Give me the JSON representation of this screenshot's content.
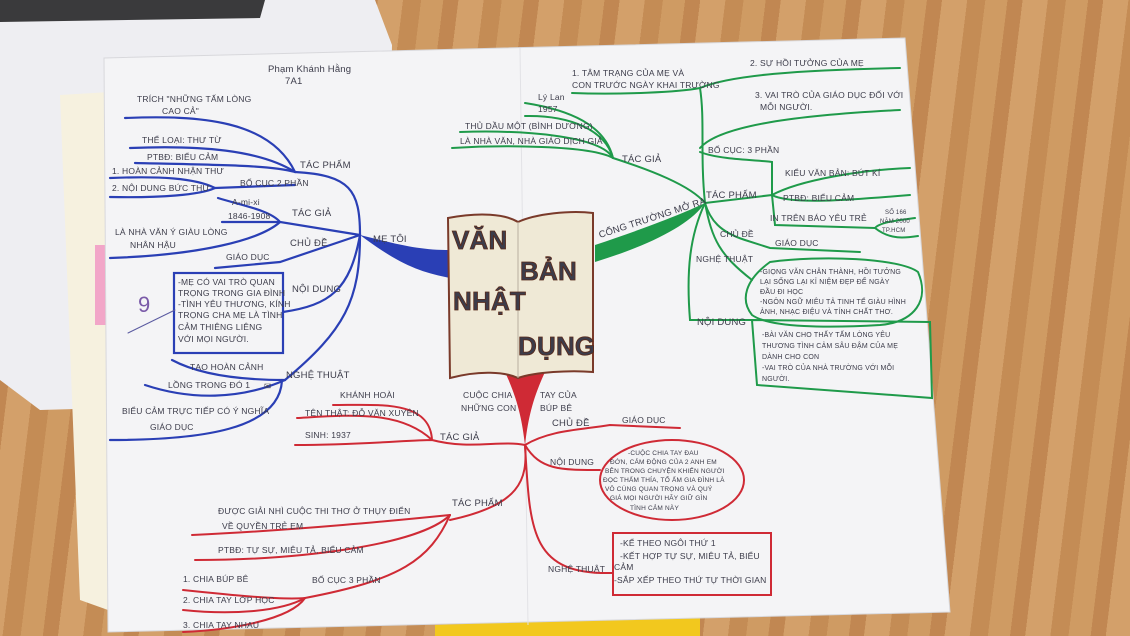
{
  "header": {
    "author": "Phạm Khánh Hằng",
    "class": "7A1",
    "grade": "9"
  },
  "center": {
    "w1": "VĂN",
    "w2": "BẢN",
    "w3": "NHẬT",
    "w4": "DỤNG"
  },
  "blue": {
    "root": "MẸ TÔI",
    "tac_pham": "TÁC PHẨM",
    "trich1": "TRÍCH \"NHỮNG TẤM LÒNG",
    "trich2": "CAO CẢ\"",
    "the_loai": "THỂ LOẠI: THƯ TỪ",
    "ptbd": "PTBĐ: BIỂU CẢM",
    "bo_cuc": "BỐ CỤC 2 PHẦN",
    "bc1": "1. HOÀN CẢNH NHẬN THƯ",
    "bc2": "2. NỘI DUNG BỨC THƯ",
    "tac_gia": "TÁC GIẢ",
    "tg_name": "A-mi-xi",
    "tg_years": "1846-1908",
    "tg_desc1": "LÀ NHÀ VĂN Ý GIÀU LÒNG",
    "tg_desc2": "NHÂN HẬU",
    "chu_de": "CHỦ ĐỀ",
    "chu_de_val": "GIÁO DỤC",
    "noi_dung": "NỘI DUNG",
    "nd_lines": [
      "-MẸ CÓ VAI TRÒ QUAN",
      "TRỌNG TRONG GIA ĐÌNH",
      "-TÌNH YÊU THƯƠNG, KÍNH",
      "TRỌNG CHA MẸ LÀ TÌNH",
      "CẢM THIÊNG LIÊNG",
      "VỚI MỌI NGƯỜI."
    ],
    "nghe_thuat": "NGHỆ THUẬT",
    "nt1": "TẠO HOÀN CẢNH",
    "nt2": "LỒNG TRONG ĐÓ 1",
    "nt3": "BIỂU CẢM TRỰC TIẾP CÓ Ý NGHĨA",
    "nt4": "GIÁO DỤC"
  },
  "green": {
    "root": "CỔNG TRƯỜNG MỞ RA",
    "tac_gia": "TÁC GIẢ",
    "tg1": "Lý Lan",
    "tg2": "1957",
    "tg3": "THỦ DẦU MỘT (BÌNH DƯƠNG)",
    "tg4": "LÀ NHÀ VĂN, NHÀ GIÁO DỊCH GIẢ",
    "bo_cuc": "BỐ CỤC: 3 PHẦN",
    "bc1a": "1. TÂM TRẠNG CỦA MẸ VÀ",
    "bc1b": "CON TRƯỚC NGÀY KHAI TRƯỜNG",
    "bc2": "2. SỰ HỒI TƯỞNG CỦA MẸ",
    "bc3a": "3. VAI TRÒ CỦA GIÁO DỤC ĐỐI VỚI",
    "bc3b": "MỖI NGƯỜI.",
    "tac_pham": "TÁC PHẨM",
    "kieu": "KIỂU VĂN BẢN: BÚT KÍ",
    "ptbd": "PTBĐ: BIỂU CẢM",
    "in_tren": "IN TRÊN BÁO YÊU TRẺ",
    "so1": "SỐ 166",
    "so2": "NĂM 2000",
    "so3": "TP.HCM",
    "chu_de": "CHỦ ĐỀ",
    "chu_de_val": "GIÁO DỤC",
    "nghe_thuat": "NGHỆ THUẬT",
    "nt_lines": [
      "-GIỌNG VĂN CHÂN THÀNH, HỒI TƯỞNG",
      "LẠI SỐNG LẠI KỈ NIỆM ĐẸP ĐỂ NGÀY",
      "ĐẦU ĐI HỌC",
      "-NGÔN NGỮ MIÊU TẢ TINH TẾ GIÀU HÌNH",
      "ẢNH, NHẠC ĐIỆU VÀ TÍNH CHẤT THƠ."
    ],
    "noi_dung": "NỘI DUNG",
    "nd_lines": [
      "-BÀI VĂN CHO THẤY TẤM LÒNG YÊU",
      "THƯƠNG TÌNH CẢM SÂU ĐẬM CỦA MẸ",
      "DÀNH CHO CON",
      "-VAI TRÒ CỦA NHÀ TRƯỜNG VỚI MỖI",
      "NGƯỜI."
    ]
  },
  "red": {
    "root1": "CUỘC CHIA",
    "root2": "NHỮNG CON",
    "root3": "TAY CỦA",
    "root4": "BÚP BÊ",
    "tac_gia": "TÁC GIẢ",
    "tg1": "KHÁNH HOÀI",
    "tg2": "TÊN THẬT: ĐỖ VĂN XUYÊN",
    "tg3": "SINH: 1937",
    "chu_de": "CHỦ ĐỀ",
    "chu_de_val": "GIÁO DỤC",
    "noi_dung": "NỘI DUNG",
    "nd_lines": [
      "-CUỘC CHIA TAY ĐAU",
      "ĐỚN, CẢM ĐỘNG CỦA 2 ANH EM",
      "BÊN TRONG CHUYỆN KHIẾN NGƯỜI",
      "ĐỌC THẤM THÍA, TỔ ẤM GIA ĐÌNH LÀ",
      "VÔ CÙNG QUAN TRỌNG VÀ QUÝ",
      "GIÁ MỌI NGƯỜI HÃY GIỮ GÌN",
      "TÌNH CẢM NÀY"
    ],
    "tac_pham": "TÁC PHẨM",
    "tp1a": "ĐƯỢC GIẢI NHÌ CUỘC THI THƠ Ở THỤY ĐIỂN",
    "tp1b": "VỀ QUYỀN TRẺ EM",
    "ptbd": "PTBĐ: TỰ SỰ, MIÊU TẢ, BIỂU CẢM",
    "bo_cuc": "BỐ CỤC 3 PHẦN",
    "bc1": "1. CHIA BÚP BÊ",
    "bc2": "2. CHIA TAY LỚP HỌC",
    "bc3": "3. CHIA TAY NHAU",
    "nghe_thuat": "NGHỆ THUẬT",
    "nt_lines": [
      "-KỂ THEO NGÔI THỨ 1",
      "-KẾT HỢP TỰ SỰ, MIÊU TẢ, BIỂU",
      "CẢM",
      "-SẮP XẾP THEO THỨ TỰ THỜI GIAN"
    ]
  },
  "colors": {
    "blue": "#2a3fb5",
    "green": "#1f9a4a",
    "red": "#cf2a35",
    "paper": "#f4f4f6",
    "wood": "#c99259"
  }
}
